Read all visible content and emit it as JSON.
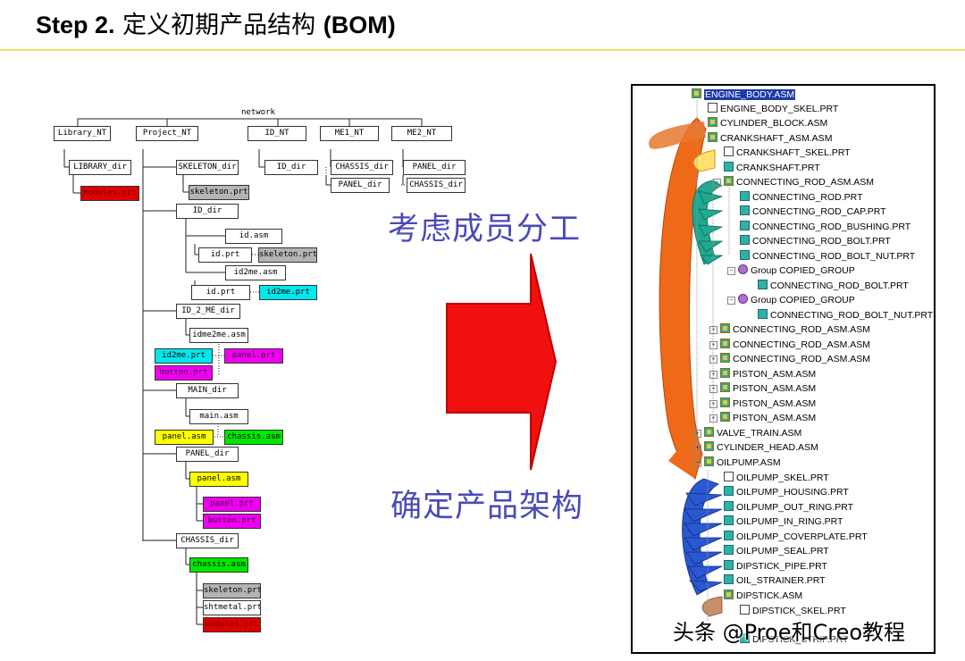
{
  "title": {
    "step": "Step 2.",
    "zh": "定义初期产品结构",
    "bom": "(BOM)"
  },
  "network": {
    "root": "network",
    "nodes": {
      "library_nt": "Library_NT",
      "project_nt": "Project_NT",
      "id_nt": "ID_NT",
      "me1_nt": "ME1_NT",
      "me2_nt": "ME2_NT",
      "library_dir": "LIBRARY_dir",
      "modules_prt_lib": "modules.prt",
      "skeleton_dir": "SKELETON_dir",
      "skeleton_prt": "skeleton.prt",
      "id_dir_nt": "ID_dir",
      "chassis_dir_me1": "CHASSIS_dir",
      "panel_dir_me1": "PANEL_dir",
      "panel_dir_me2": "PANEL_dir",
      "chassis_dir_me2": "CHASSIS_dir",
      "id_dir": "ID_dir",
      "id_asm": "id.asm",
      "id_prt": "id.prt",
      "skeleton_prt_id": "skeleton.prt",
      "id2me_asm": "id2me.asm",
      "id_prt_2": "id.prt",
      "id2me_prt": "id2me.prt",
      "id_2_me_dir": "ID_2_ME_dir",
      "idme2me_asm": "idme2me.asm",
      "id2me_prt_2": "id2me.prt",
      "panel_prt_a": "panel.prt",
      "button_prt_a": "button.prt",
      "main_dir": "MAIN_dir",
      "main_asm": "main.asm",
      "panel_asm_a": "panel.asm",
      "chassis_asm_a": "chassis.asm",
      "panel_dir": "PANEL_dir",
      "panel_asm_b": "panel.asm",
      "panel_prt_b": "panel.prt",
      "button_prt_b": "button.prt",
      "chassis_dir": "CHASSIS_dir",
      "chassis_asm_b": "chassis.asm",
      "skeleton_prt_b": "skeleton.prt",
      "shtmetal_prt": "shtmetal.prt",
      "modules_prt_b": "modules.prt"
    }
  },
  "labels": {
    "top": "考虑成员分工",
    "bottom": "确定产品架构"
  },
  "colors": {
    "arrow": "#f01010",
    "label": "#4a4ab8",
    "red": "#e00000",
    "gray": "#b4b4b4",
    "cyan": "#00e8ee",
    "magenta": "#f000f0",
    "yellow": "#ffff00",
    "green": "#00e800"
  },
  "tree": {
    "items": [
      "ENGINE_BODY.ASM",
      "ENGINE_BODY_SKEL.PRT",
      "CYLINDER_BLOCK.ASM",
      "CRANKSHAFT_ASM.ASM",
      "CRANKSHAFT_SKEL.PRT",
      "CRANKSHAFT.PRT",
      "CONNECTING_ROD_ASM.ASM",
      "CONNECTING_ROD.PRT",
      "CONNECTING_ROD_CAP.PRT",
      "CONNECTING_ROD_BUSHING.PRT",
      "CONNECTING_ROD_BOLT.PRT",
      "CONNECTING_ROD_BOLT_NUT.PRT",
      "Group COPIED_GROUP",
      "CONNECTING_ROD_BOLT.PRT",
      "Group COPIED_GROUP",
      "CONNECTING_ROD_BOLT_NUT.PRT",
      "CONNECTING_ROD_ASM.ASM",
      "CONNECTING_ROD_ASM.ASM",
      "CONNECTING_ROD_ASM.ASM",
      "PISTON_ASM.ASM",
      "PISTON_ASM.ASM",
      "PISTON_ASM.ASM",
      "PISTON_ASM.ASM",
      "VALVE_TRAIN.ASM",
      "CYLINDER_HEAD.ASM",
      "OILPUMP.ASM",
      "OILPUMP_SKEL.PRT",
      "OILPUMP_HOUSING.PRT",
      "OILPUMP_OUT_RING.PRT",
      "OILPUMP_IN_RING.PRT",
      "OILPUMP_COVERPLATE.PRT",
      "OILPUMP_SEAL.PRT",
      "DIPSTICK_PIPE.PRT",
      "OIL_STRAINER.PRT",
      "DIPSTICK.ASM",
      "DIPSTICK_SKEL.PRT",
      "DIPSTICK_STRIP.PRT"
    ]
  },
  "watermark": "头条 @Proe和Creo教程"
}
